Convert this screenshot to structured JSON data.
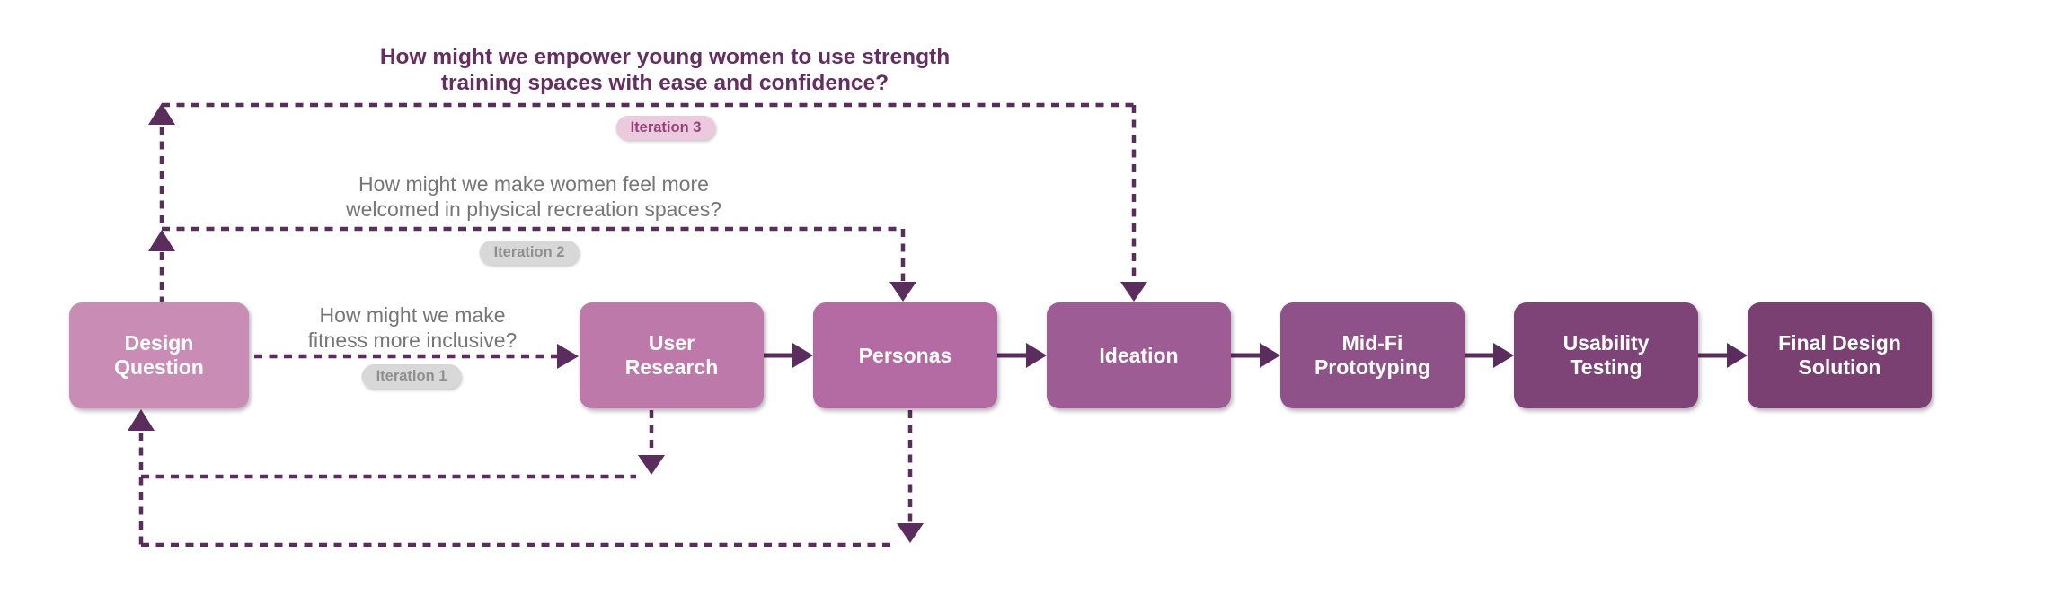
{
  "steps": [
    {
      "label": "Design\nQuestion",
      "color": "#c88cb5"
    },
    {
      "label": "User\nResearch",
      "color": "#bc79aa"
    },
    {
      "label": "Personas",
      "color": "#b46aa3"
    },
    {
      "label": "Ideation",
      "color": "#9d5c94"
    },
    {
      "label": "Mid-Fi\nPrototyping",
      "color": "#8f5288"
    },
    {
      "label": "Usability\nTesting",
      "color": "#7e4377"
    },
    {
      "label": "Final Design\nSolution",
      "color": "#7a4072"
    }
  ],
  "iterations": [
    {
      "label": "Iteration 1",
      "question": "How might we make\nfitness more inclusive?",
      "question_color": "#767676",
      "badge_bg": "#d8d8d8",
      "badge_color": "#8f8f8f"
    },
    {
      "label": "Iteration 2",
      "question": "How might we make women feel more\nwelcomed in physical recreation spaces?",
      "question_color": "#767676",
      "badge_bg": "#d8d8d8",
      "badge_color": "#8f8f8f"
    },
    {
      "label": "Iteration 3",
      "question": "How might we empower young women to use strength\ntraining spaces with ease and confidence?",
      "question_color": "#652e63",
      "badge_bg": "#eccade",
      "badge_color": "#94417b"
    }
  ],
  "colors": {
    "background": "#ffffff",
    "connector": "#5b2d5e"
  }
}
